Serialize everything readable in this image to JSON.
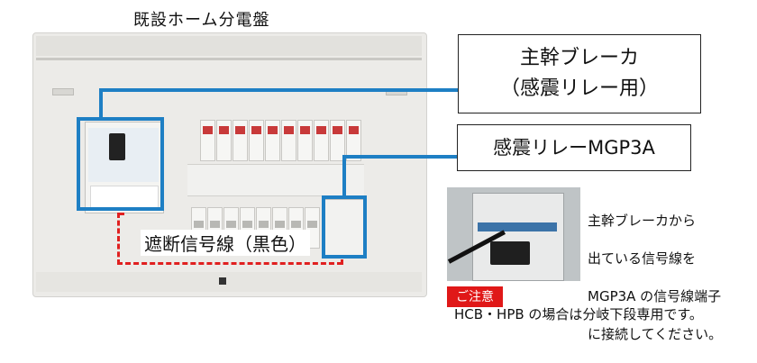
{
  "title": "既設ホーム分電盤",
  "main_breaker_callout": {
    "line1": "主幹ブレーカ",
    "line2": "（感震リレー用）"
  },
  "relay_callout": "感震リレーMGP3A",
  "signal_wire_label": "遮断信号線（黒色）",
  "instruction": {
    "line1": "主幹ブレーカから",
    "line2": "出ている信号線を",
    "line3": "MGP3A の信号線端子",
    "line4": "に接続してください。"
  },
  "caution": {
    "badge": "ご注意",
    "text": "HCB・HPB の場合は分岐下段専用です。"
  },
  "colors": {
    "highlight_blue": "#1e7fc4",
    "dashed_red": "#e02020",
    "caution_red": "#e01818"
  }
}
